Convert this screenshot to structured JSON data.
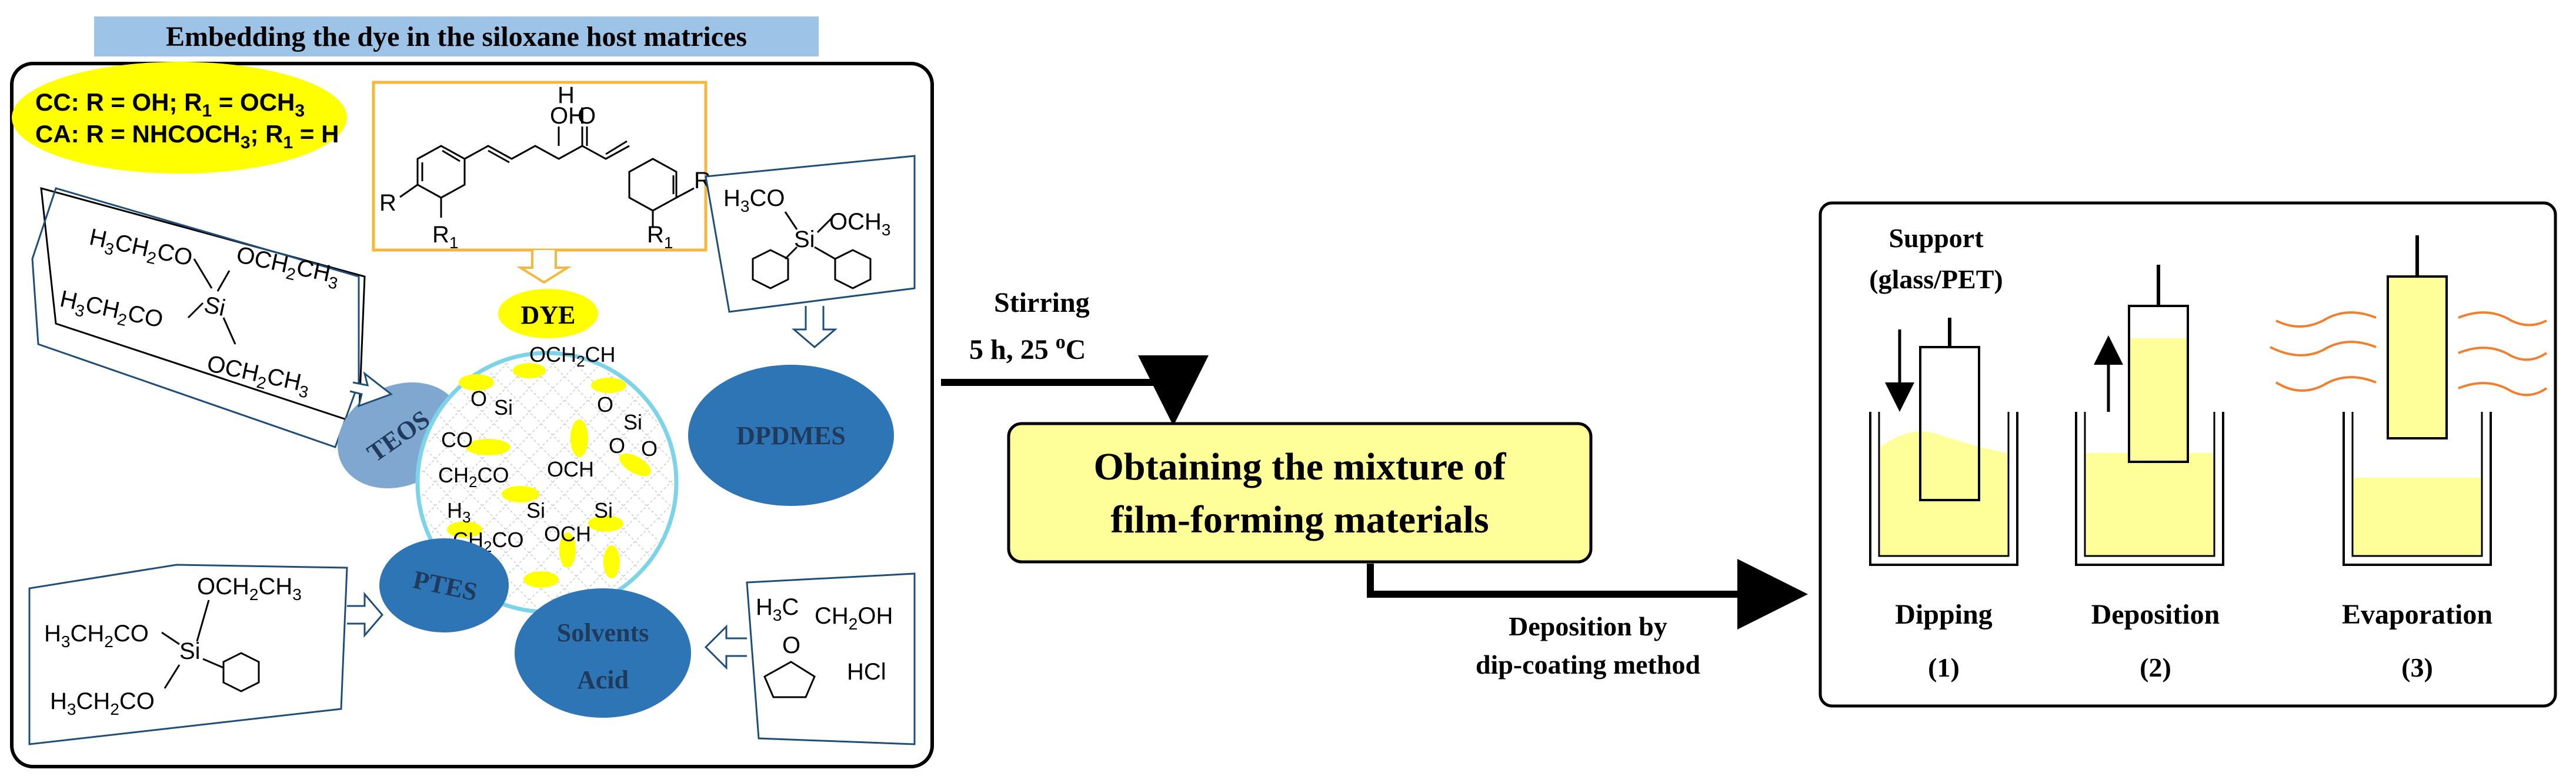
{
  "title_banner": "Embedding the dye in the siloxane host matrices",
  "substituents": {
    "line1": {
      "prefix": "CC: R = OH; R",
      "sub": "1",
      "suffix": " = OCH",
      "sub2": "3"
    },
    "line2": {
      "prefix": "CA: R = NHCOCH",
      "sub": "3",
      "mid": "; R",
      "sub2": "1",
      "suffix": " = H"
    }
  },
  "dye_structure": {
    "oh": "OH",
    "h": "H",
    "o": "O",
    "r": "R",
    "r1": "R",
    "r1_sub": "1"
  },
  "labels": {
    "dye": "DYE",
    "teos": "TEOS",
    "dpdmes": "DPDMES",
    "ptes": "PTES",
    "solvents": "Solvents",
    "acid": "Acid"
  },
  "teos_box": {
    "l1a": "H",
    "l1s": "3",
    "l1b": "CH",
    "l1s2": "2",
    "l1c": "CO",
    "l2": "OCH",
    "l2s": "2",
    "l2b": "CH",
    "l2s2": "3",
    "si": "Si",
    "l3a": "H",
    "l3s": "3",
    "l3b": "CH",
    "l3s2": "2",
    "l3c": "CO",
    "l4": "OCH",
    "l4s": "2",
    "l4b": "CH",
    "l4s2": "3"
  },
  "dpdmes_box": {
    "a": "H",
    "as": "3",
    "ab": "CO",
    "b": "OCH",
    "bs": "3",
    "si": "Si"
  },
  "ptes_box": {
    "a": "H",
    "as": "3",
    "ab": "CH",
    "as2": "2",
    "ac": "CO",
    "b": "OCH",
    "bs": "2",
    "bb": "CH",
    "bs2": "3",
    "si": "Si",
    "c": "H",
    "cs": "3",
    "cb": "CH",
    "cs2": "2",
    "cc": "CO"
  },
  "solvents_box": {
    "a": "H",
    "as": "3",
    "ab": "C",
    "b": "CH",
    "bs": "2",
    "bb": "OH",
    "o": "O",
    "hcl": "HCl"
  },
  "matrix_labels": {
    "och2ch": "OCH",
    "och2ch_s": "2",
    "och2ch_b": "CH",
    "si": "Si",
    "o": "O",
    "och": "OCH",
    "ch2co": "CH",
    "ch2co_s": "2",
    "ch2co_b": "CO",
    "co": "CO",
    "h3": "H",
    "h3s": "3"
  },
  "stirring": {
    "line1": "Stirring",
    "line2a": "5 h, 25 ",
    "line2sup": "o",
    "line2b": "C"
  },
  "mixture_box": {
    "line1": "Obtaining the mixture of",
    "line2": "film-forming materials"
  },
  "deposition_label": {
    "line1": "Deposition by",
    "line2": "dip-coating method"
  },
  "support_label": {
    "line1": "Support",
    "line2": "(glass/PET)"
  },
  "steps": [
    {
      "name": "Dipping",
      "num": "(1)"
    },
    {
      "name": "Deposition",
      "num": "(2)"
    },
    {
      "name": "Evaporation",
      "num": "(3)"
    }
  ],
  "colors": {
    "banner": "#9dc3e6",
    "yellow": "#ffff00",
    "liquid": "#ffff99",
    "dark_blue": "#2e75b6",
    "light_blue": "#7fa7d0",
    "circle_edge": "#7dd3e8",
    "frame_orange": "#f5b83d",
    "wave_orange": "#f08030",
    "mixture_fill": "#ffff99"
  }
}
